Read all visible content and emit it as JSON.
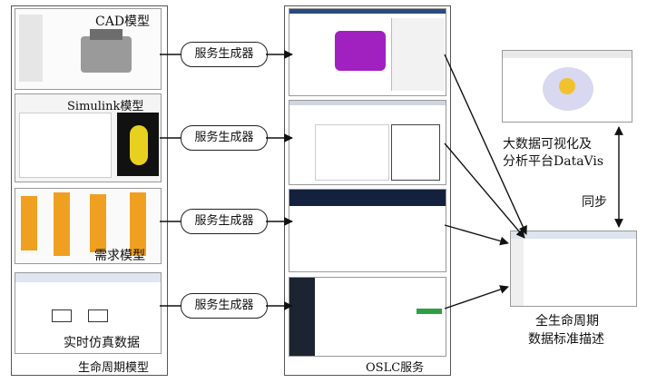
{
  "left_panel": {
    "title": "生命周期模型",
    "items": [
      "CAD模型",
      "Simulink模型",
      "需求模型",
      "实时仿真数据"
    ]
  },
  "generator_label": "服务生成器",
  "center_panel": {
    "title": "OSLC服务"
  },
  "right": {
    "datavis_label_line1": "大数据可视化及",
    "datavis_label_line2": "分析平台DataVis",
    "sync_label": "同步",
    "standard_label_line1": "全生命周期",
    "standard_label_line2": "数据标准描述"
  },
  "colors": {
    "cad_purple": "#a020c0",
    "orange_block": "#f0a020",
    "wire": "#111111"
  }
}
